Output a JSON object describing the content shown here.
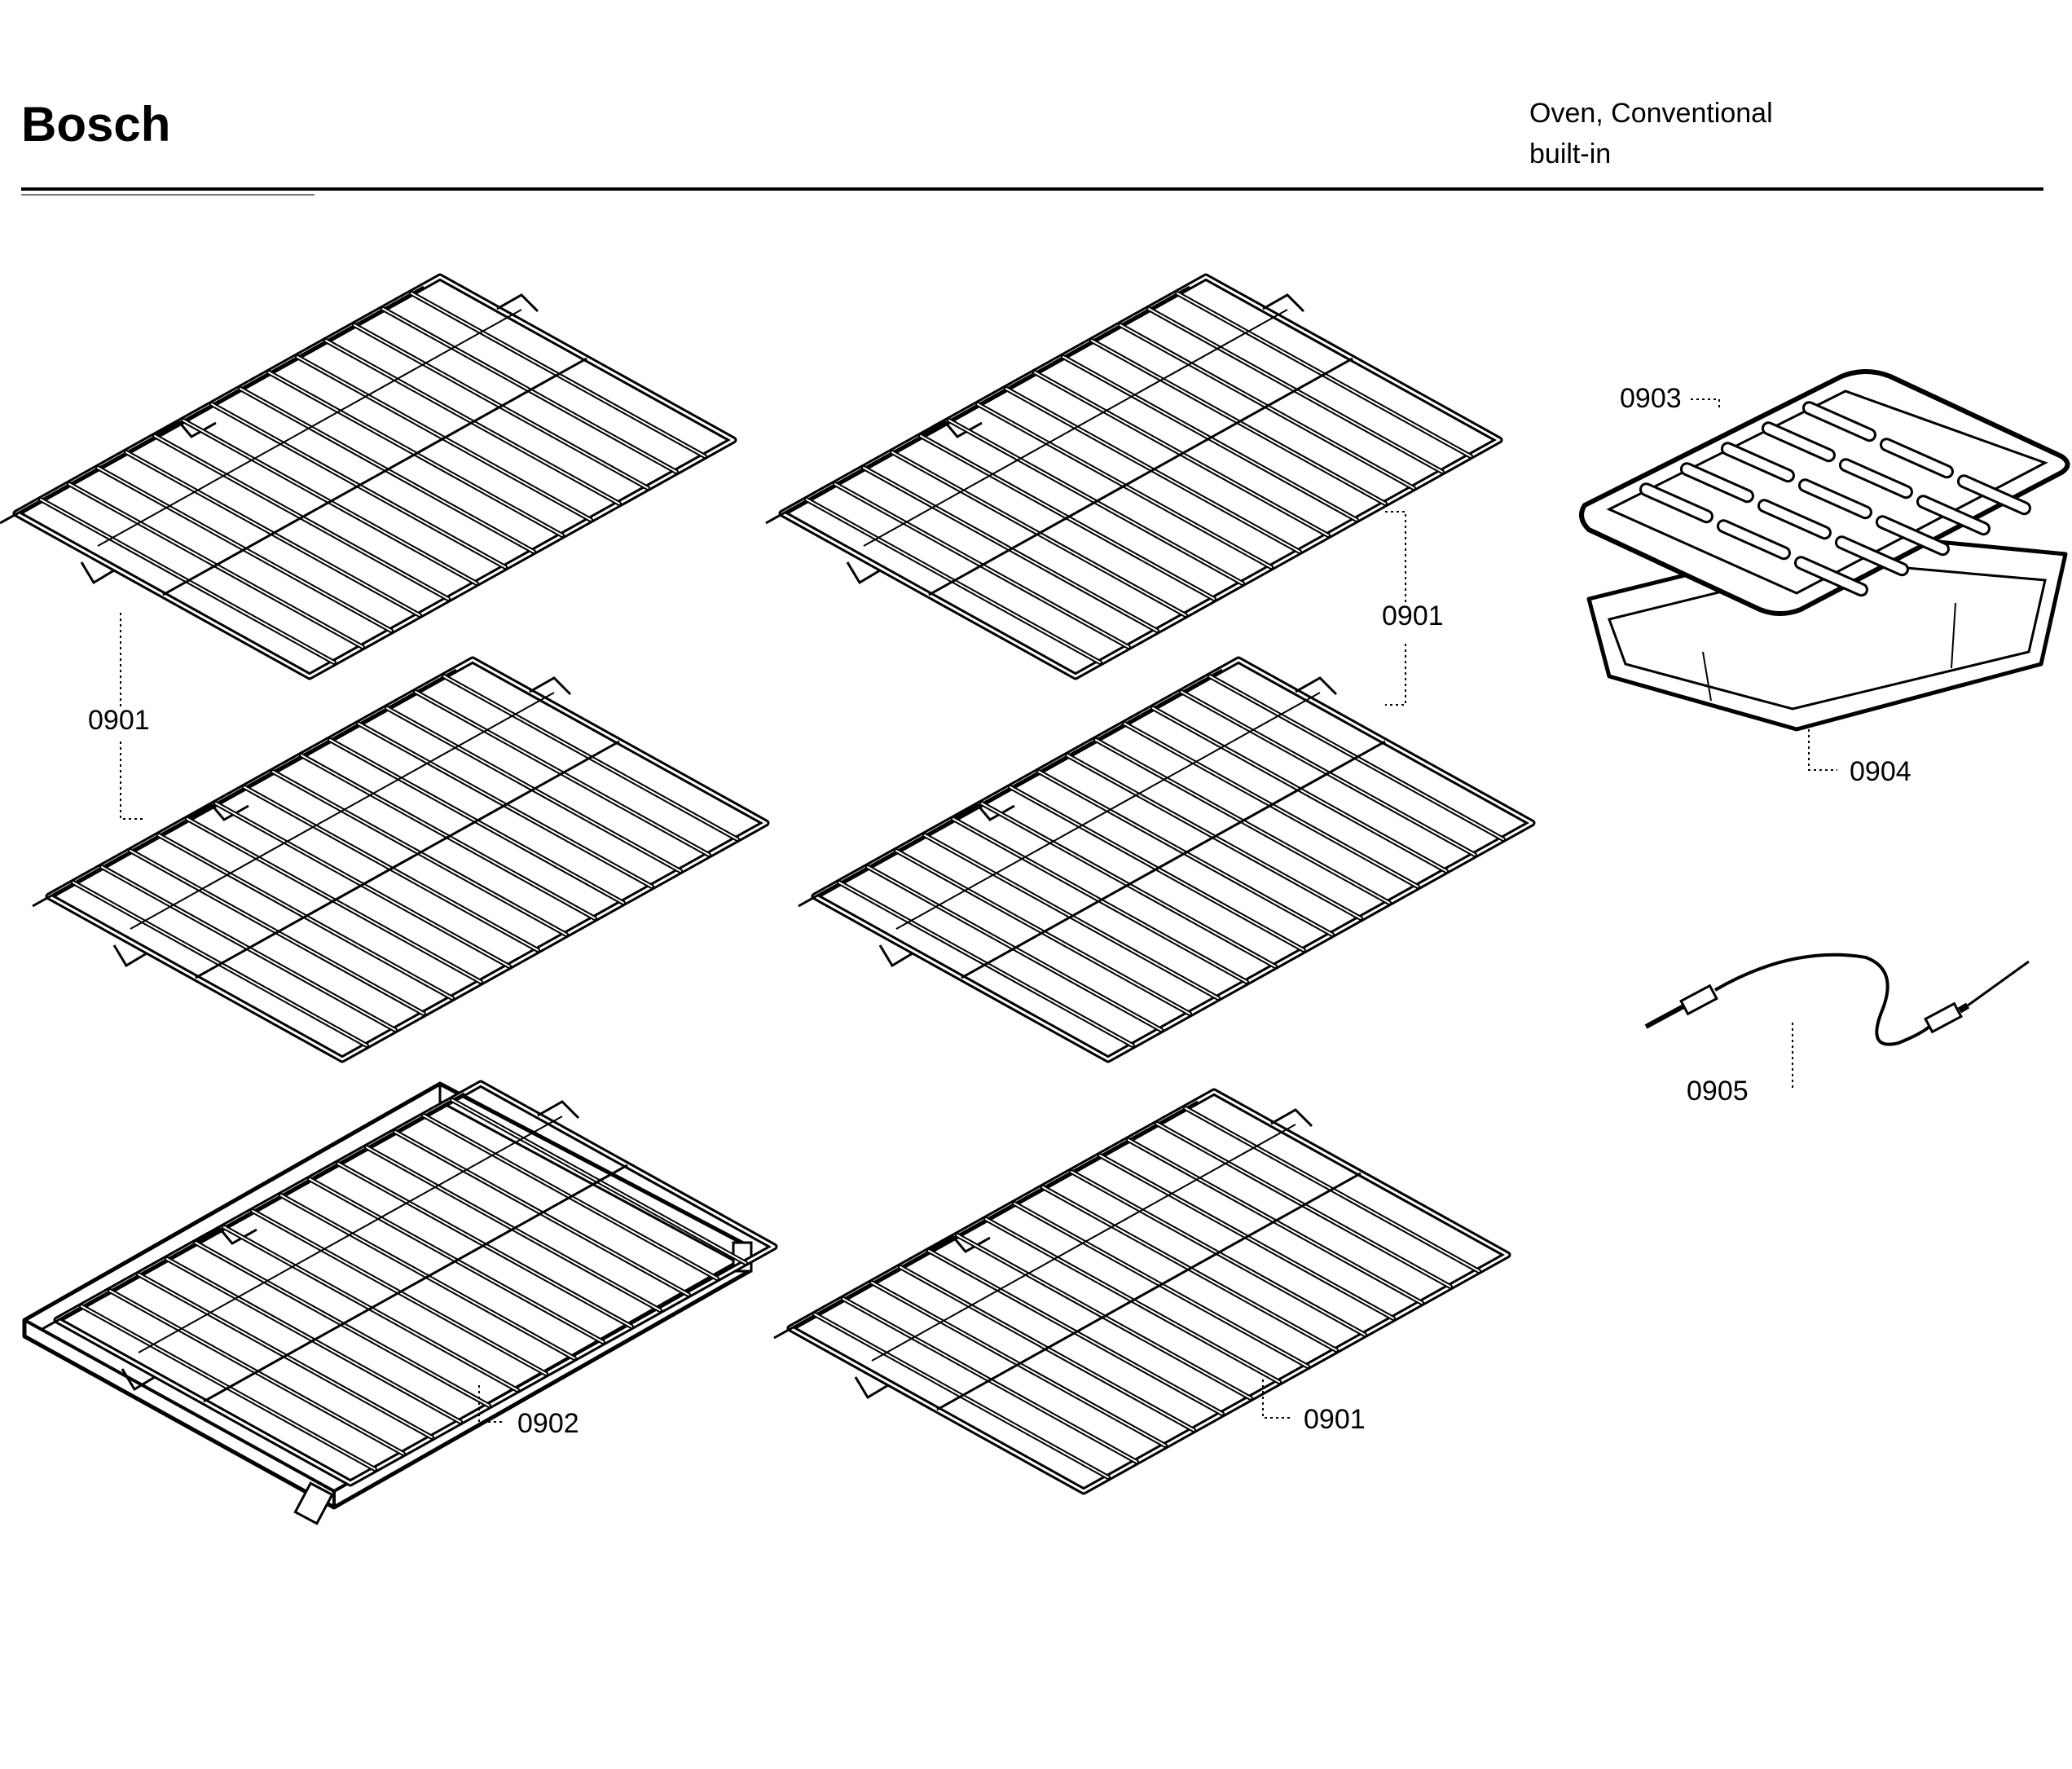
{
  "header": {
    "brand": "Bosch",
    "product_line1": "Oven, Conventional",
    "product_line2": "built-in"
  },
  "callouts": {
    "rack_left": "0901",
    "rack_right_pair": "0901",
    "rack_bottom_right": "0901",
    "telescopic_rack": "0902",
    "broil_grid": "0903",
    "broil_pan": "0904",
    "meat_probe": "0905"
  }
}
